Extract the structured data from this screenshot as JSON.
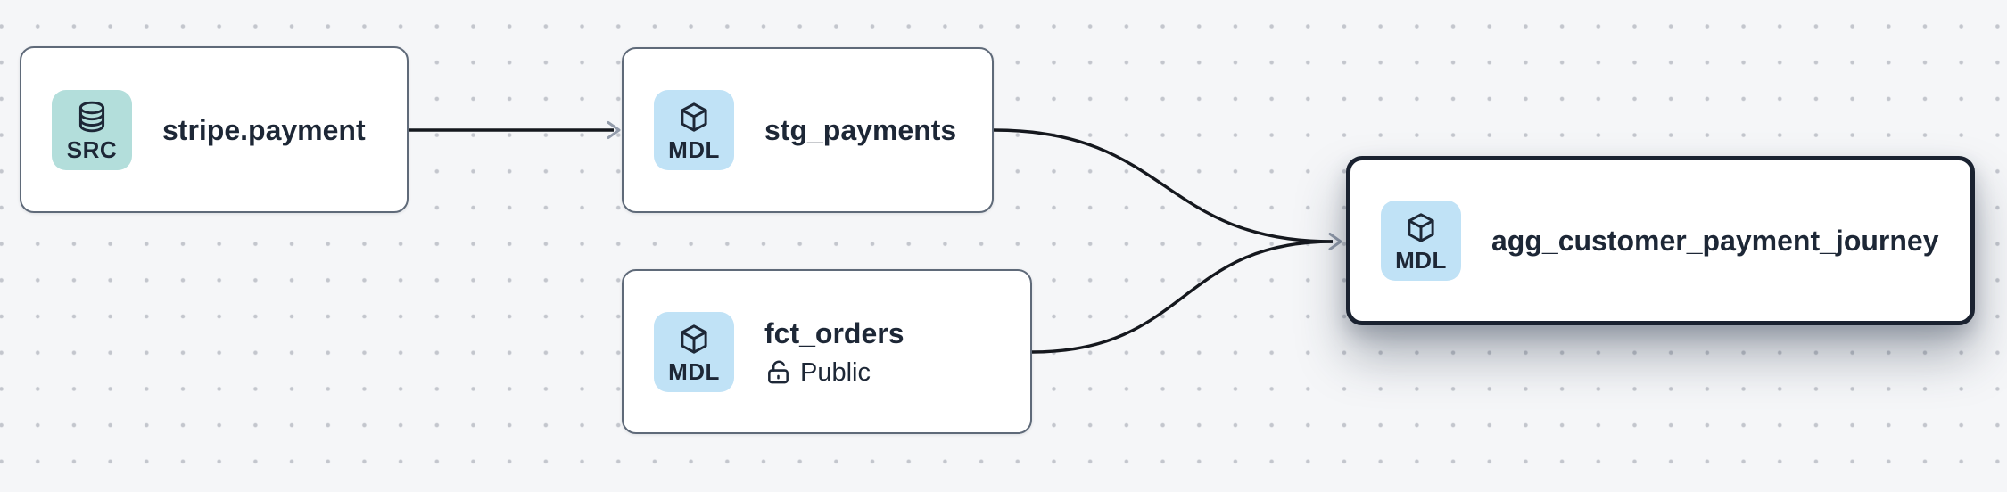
{
  "app": {
    "view": "lineage-graph-canvas"
  },
  "nodes": [
    {
      "title": "stripe.payment",
      "badge_label": "SRC",
      "badge_icon": "database-icon",
      "type": "source",
      "selected": false
    },
    {
      "title": "stg_payments",
      "badge_label": "MDL",
      "badge_icon": "cube-icon",
      "type": "model",
      "selected": false
    },
    {
      "title": "fct_orders",
      "badge_label": "MDL",
      "badge_icon": "cube-icon",
      "type": "model",
      "visibility_label": "Public",
      "visibility_icon": "unlock-icon",
      "selected": false
    },
    {
      "title": "agg_customer_payment_journey",
      "badge_label": "MDL",
      "badge_icon": "cube-icon",
      "type": "model",
      "selected": true
    }
  ],
  "edges": [
    {
      "from": "stripe.payment",
      "to": "stg_payments"
    },
    {
      "from": "stg_payments",
      "to": "agg_customer_payment_journey"
    },
    {
      "from": "fct_orders",
      "to": "agg_customer_payment_journey"
    }
  ],
  "colors": {
    "canvas_bg": "#f5f6f8",
    "grid_dot": "#c3c6cd",
    "node_bg": "#ffffff",
    "node_border": "#5f6a79",
    "selected_node_border": "#1a2230",
    "edge": "#15181e",
    "arrowhead": "#939cab",
    "src_badge_bg": "#b3dedb",
    "mdl_badge_bg": "#c0e2f6",
    "text": "#1d2736"
  }
}
